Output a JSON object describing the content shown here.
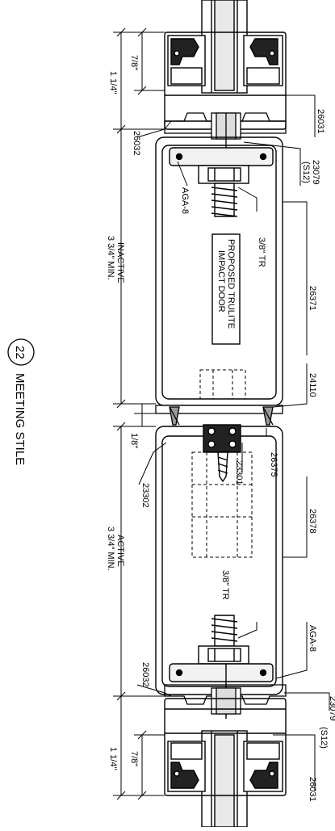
{
  "title": {
    "detail_number": "22",
    "label": "MEETING STILE"
  },
  "note_box": {
    "line1": "PROPOSED TRULITE",
    "line2": "IMPACT DOOR"
  },
  "dimensions": {
    "top_7_8": "7/8\"",
    "top_1_1_4": "1 1/4\"",
    "inactive_label": "INACTIVE",
    "inactive_value": "3 3/4\" MIN.",
    "gap_1_8": "1/8\"",
    "active_label": "ACTIVE",
    "active_value": "3 3/4\" MIN.",
    "bottom_1_1_4": "1 1/4\"",
    "bottom_7_8": "7/8\""
  },
  "callouts": {
    "top_26031": "26031",
    "top_26032": "26032",
    "top_23079": "23079",
    "top_s12": "(S12)",
    "top_aga8": "AGA-8",
    "top_tr": "3/8\" TR",
    "top_26371": "26371",
    "mid_24110": "24110",
    "mid_26375": "26375",
    "mid_23301": "23301",
    "mid_23302": "23302",
    "mid_26378": "26378",
    "bot_tr": "3/8\" TR",
    "bot_aga8": "AGA-8",
    "bot_26032": "26032",
    "bot_23079": "23079",
    "bot_s12": "(S12)",
    "bot_26031": "26031"
  }
}
